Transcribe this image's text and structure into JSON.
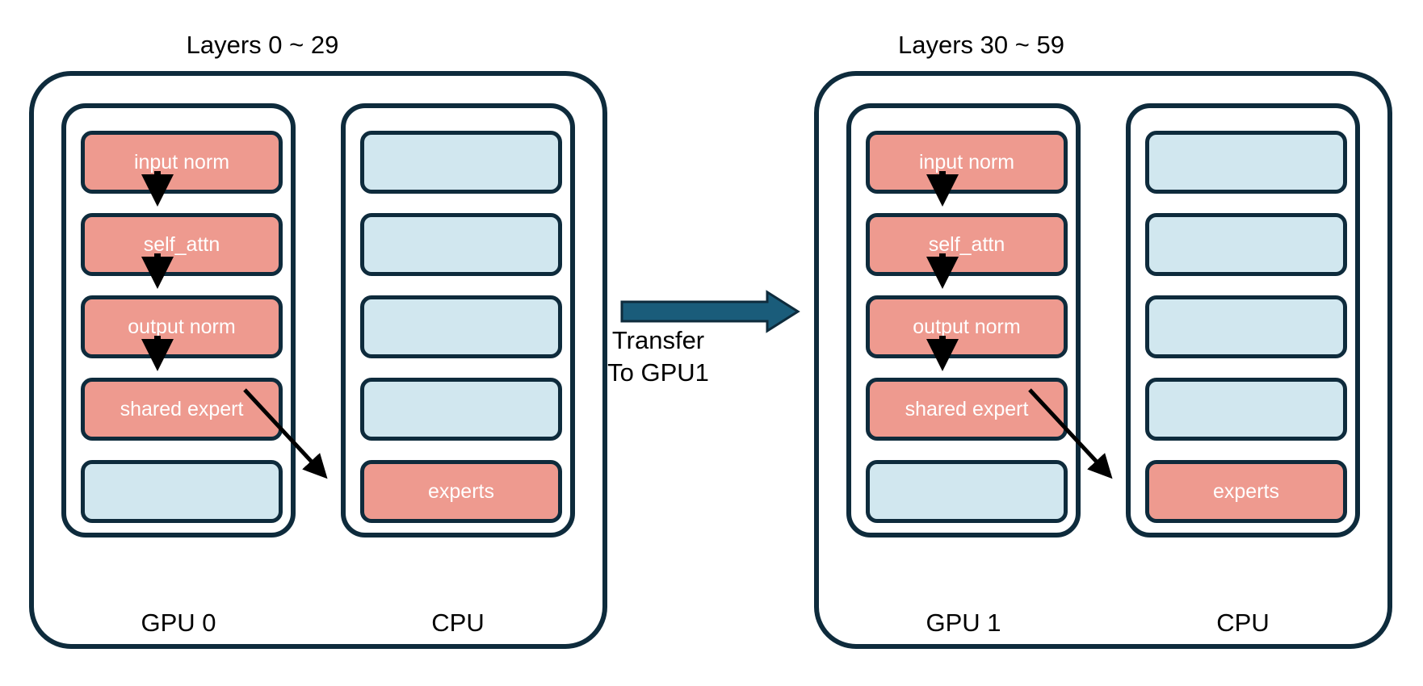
{
  "diagram": {
    "title_left": "Layers 0 ~ 29",
    "title_right": "Layers 30 ~ 59",
    "transfer": {
      "line1": "Transfer",
      "line2": "To GPU1"
    },
    "colors": {
      "salmon": "#EE9A8F",
      "light_blue": "#D1E7EF",
      "stroke": "#0E2B3C",
      "transfer_arrow": "#1A5C7A",
      "background": "#FFFFFF",
      "text_on_box": "#FFFFFF",
      "text": "#000000"
    },
    "groups": [
      {
        "id": "left",
        "title": "Layers 0 ~ 29",
        "columns": [
          {
            "id": "gpu0",
            "label": "GPU 0",
            "slots": [
              {
                "label": "input norm",
                "fill": "salmon"
              },
              {
                "label": "self_attn",
                "fill": "salmon"
              },
              {
                "label": "output norm",
                "fill": "salmon"
              },
              {
                "label": "shared expert",
                "fill": "salmon"
              },
              {
                "label": "",
                "fill": "blue"
              }
            ]
          },
          {
            "id": "cpu0",
            "label": "CPU",
            "slots": [
              {
                "label": "",
                "fill": "blue"
              },
              {
                "label": "",
                "fill": "blue"
              },
              {
                "label": "",
                "fill": "blue"
              },
              {
                "label": "",
                "fill": "blue"
              },
              {
                "label": "experts",
                "fill": "salmon"
              }
            ]
          }
        ]
      },
      {
        "id": "right",
        "title": "Layers 30 ~ 59",
        "columns": [
          {
            "id": "gpu1",
            "label": "GPU 1",
            "slots": [
              {
                "label": "input norm",
                "fill": "salmon"
              },
              {
                "label": "self_attn",
                "fill": "salmon"
              },
              {
                "label": "output norm",
                "fill": "salmon"
              },
              {
                "label": "shared expert",
                "fill": "salmon"
              },
              {
                "label": "",
                "fill": "blue"
              }
            ]
          },
          {
            "id": "cpu1",
            "label": "CPU",
            "slots": [
              {
                "label": "",
                "fill": "blue"
              },
              {
                "label": "",
                "fill": "blue"
              },
              {
                "label": "",
                "fill": "blue"
              },
              {
                "label": "",
                "fill": "blue"
              },
              {
                "label": "experts",
                "fill": "salmon"
              }
            ]
          }
        ]
      }
    ]
  }
}
